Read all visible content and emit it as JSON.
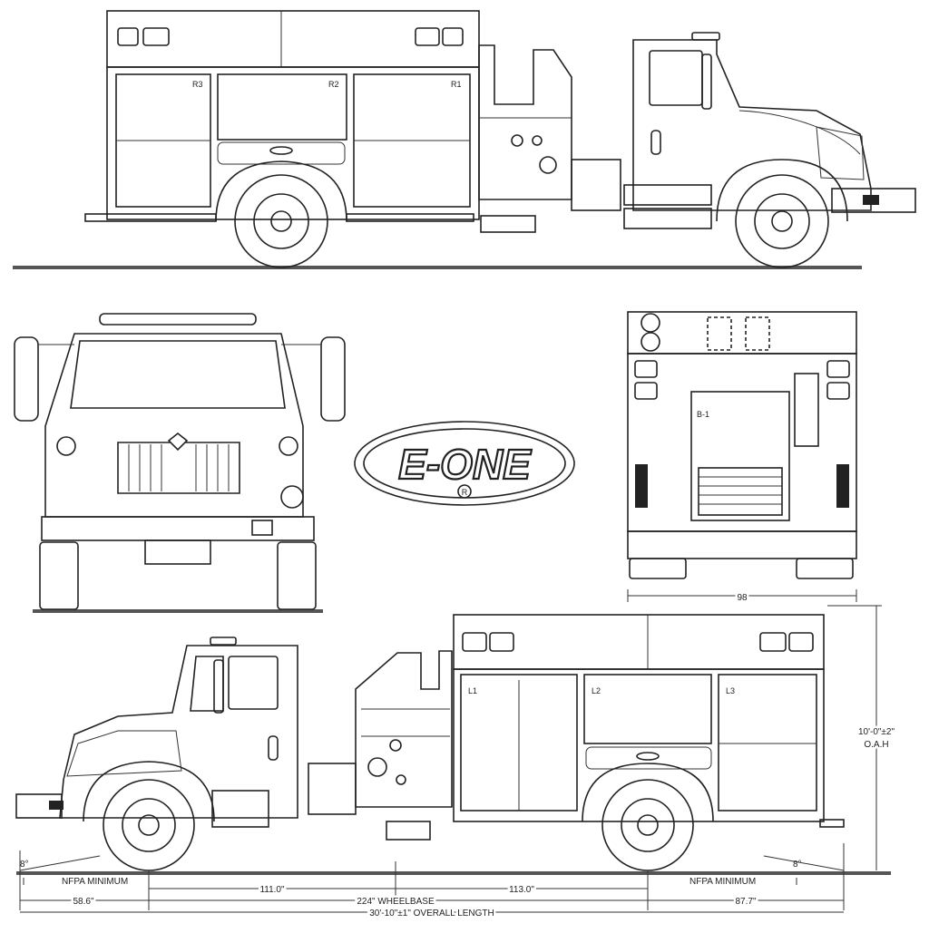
{
  "logo": {
    "text": "E-ONE",
    "mark": "R"
  },
  "compartments": {
    "right_side": [
      "R3",
      "R2",
      "R1"
    ],
    "left_side": [
      "L1",
      "L2",
      "L3"
    ],
    "rear": "B-1"
  },
  "dimensions": {
    "rear_width": "98",
    "height_value": "10'-0\"±2\"",
    "height_label": "O.A.H",
    "front_overhang": "58.6\"",
    "front_to_pump": "111.0\"",
    "pump_to_rear_axle": "113.0\"",
    "rear_overhang": "87.7\"",
    "wheelbase": "224\" WHEELBASE",
    "overall_length": "30'-10\"±1\" OVERALL LENGTH",
    "approach_angle": "8°",
    "departure_angle": "8°",
    "front_minimum": "NFPA MINIMUM",
    "rear_minimum": "NFPA MINIMUM"
  }
}
